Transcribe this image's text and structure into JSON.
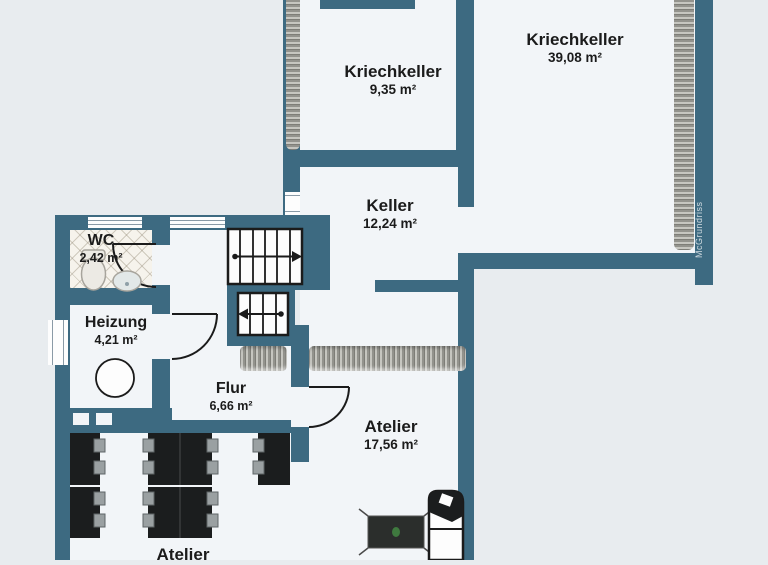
{
  "plan": {
    "type": "basement-floor-plan",
    "watermark": "McGrundriss"
  },
  "colors": {
    "wall": "#3d6a81",
    "room_fill": "#f2f5f8",
    "background": "#e8ecef",
    "beam_gray": "#93938d",
    "furniture_black": "#1b1d1e",
    "label_text": "#1b1b1b"
  },
  "rooms": [
    {
      "id": "kriechkeller-1",
      "name": "Kriechkeller",
      "area": "9,35 m²"
    },
    {
      "id": "kriechkeller-2",
      "name": "Kriechkeller",
      "area": "39,08 m²"
    },
    {
      "id": "keller",
      "name": "Keller",
      "area": "12,24 m²"
    },
    {
      "id": "wc",
      "name": "WC",
      "area": "2,42 m²"
    },
    {
      "id": "heizung",
      "name": "Heizung",
      "area": "4,21 m²"
    },
    {
      "id": "flur",
      "name": "Flur",
      "area": "6,66 m²"
    },
    {
      "id": "atelier-1",
      "name": "Atelier",
      "area": "17,56 m²"
    },
    {
      "id": "atelier-2",
      "name": "Atelier"
    }
  ],
  "fixtures": [
    "stairs-up",
    "stairs-down",
    "door-wc",
    "door-heizung",
    "door-atelier",
    "toilet",
    "sink",
    "boiler",
    "desk-group",
    "chairs",
    "table",
    "cabinet",
    "window-top-left",
    "window-top-mid",
    "window-left",
    "window-column",
    "beam-column-left",
    "beam-column-right",
    "beam-atelier",
    "beam-flur"
  ]
}
